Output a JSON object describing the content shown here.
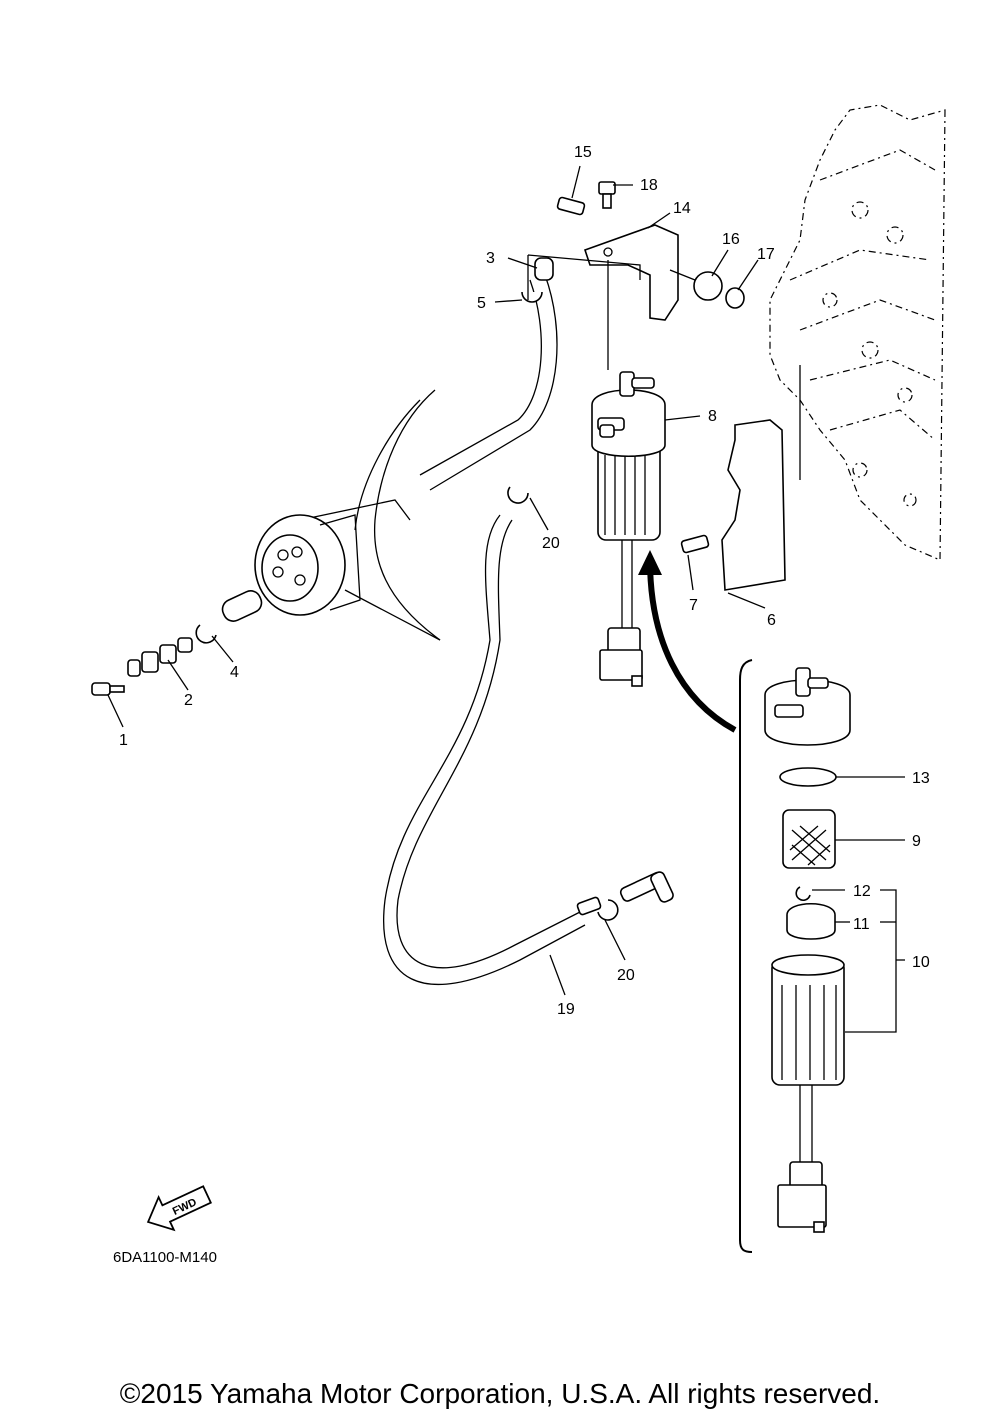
{
  "diagram": {
    "part_labels": {
      "p1": "1",
      "p2": "2",
      "p3": "3",
      "p4": "4",
      "p5": "5",
      "p6": "6",
      "p7": "7",
      "p8": "8",
      "p9": "9",
      "p10": "10",
      "p11": "11",
      "p12": "12",
      "p13": "13",
      "p14": "14",
      "p15": "15",
      "p16": "16",
      "p17": "17",
      "p18": "18",
      "p19": "19",
      "p20a": "20",
      "p20b": "20"
    },
    "fwd_arrow_text": "FWD",
    "drawing_code": "6DA1100-M140"
  },
  "footer": {
    "copyright": "©2015 Yamaha Motor Corporation, U.S.A. All rights reserved."
  }
}
